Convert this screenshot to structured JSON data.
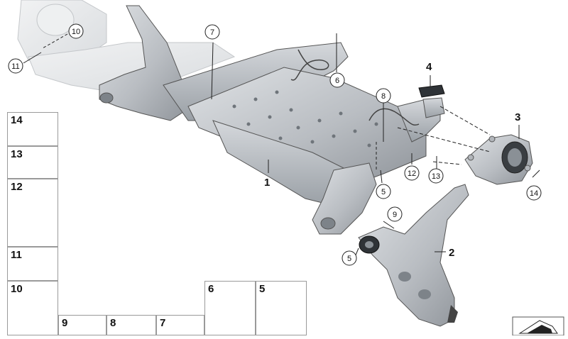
{
  "callouts": {
    "c5a": "5",
    "c5b": "5",
    "c6": "6",
    "c7": "7",
    "c8": "8",
    "c9": "9",
    "c10": "10",
    "c11": "11",
    "c12": "12",
    "c13": "13",
    "c14": "14"
  },
  "labels": {
    "l1": "1",
    "l2": "2",
    "l3": "3",
    "l4": "4"
  },
  "legend": {
    "l14": "14",
    "l13": "13",
    "l12": "12",
    "l11": "11",
    "l10": "10",
    "l9": "9",
    "l8": "8",
    "l7": "7",
    "l6": "6",
    "l5": "5"
  },
  "colors": {
    "part_fill": "#c9ccd0",
    "part_shade": "#9ea3a8",
    "ghost_fill": "#e6e8ea",
    "line": "#222222"
  }
}
